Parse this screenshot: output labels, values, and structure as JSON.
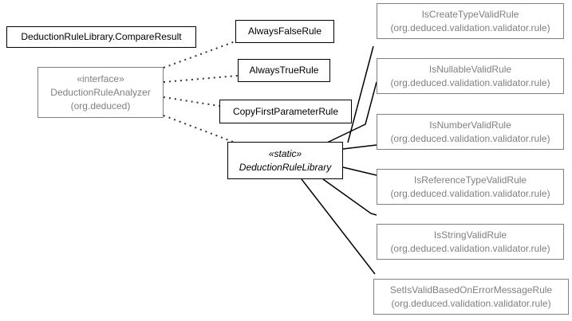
{
  "diagram": {
    "nodes": {
      "compare_result": {
        "lines": [
          "DeductionRuleLibrary.CompareResult"
        ]
      },
      "analyzer": {
        "lines": [
          "«interface»",
          "DeductionRuleAnalyzer",
          "(org.deduced)"
        ]
      },
      "always_false": {
        "lines": [
          "AlwaysFalseRule"
        ]
      },
      "always_true": {
        "lines": [
          "AlwaysTrueRule"
        ]
      },
      "copy_first": {
        "lines": [
          "CopyFirstParameterRule"
        ]
      },
      "library": {
        "lines": [
          "«static»",
          "DeductionRuleLibrary"
        ]
      },
      "is_create_type": {
        "lines": [
          "IsCreateTypeValidRule",
          "(org.deduced.validation.validator.rule)"
        ]
      },
      "is_nullable": {
        "lines": [
          "IsNullableValidRule",
          "(org.deduced.validation.validator.rule)"
        ]
      },
      "is_number": {
        "lines": [
          "IsNumberValidRule",
          "(org.deduced.validation.validator.rule)"
        ]
      },
      "is_reference_type": {
        "lines": [
          "IsReferenceTypeValidRule",
          "(org.deduced.validation.validator.rule)"
        ]
      },
      "is_string": {
        "lines": [
          "IsStringValidRule",
          "(org.deduced.validation.validator.rule)"
        ]
      },
      "set_is_valid": {
        "lines": [
          "SetIsValidBasedOnErrorMessageRule",
          "(org.deduced.validation.validator.rule)"
        ]
      }
    },
    "colors": {
      "local": "#000000",
      "external": "#808080"
    }
  }
}
